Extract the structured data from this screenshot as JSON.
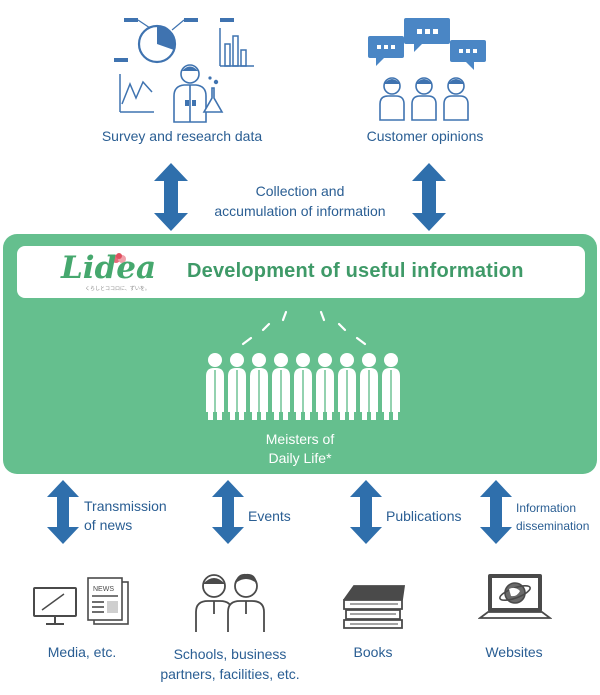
{
  "top": {
    "survey_label": "Survey and research data",
    "customer_label": "Customer opinions"
  },
  "flow_in": {
    "line1": "Collection and",
    "line2": "accumulation of information"
  },
  "center": {
    "logo_text": "Lidea",
    "logo_tagline": "くらしとココロに、ずいを。",
    "title": "Development of useful information",
    "meisters_line1": "Meisters of",
    "meisters_line2": "Daily Life*"
  },
  "flow_out": {
    "transmission_line1": "Transmission",
    "transmission_line2": "of news",
    "events": "Events",
    "publications": "Publications",
    "dissemination_line1": "Information",
    "dissemination_line2": "dissemination"
  },
  "bottom": {
    "media_label": "Media, etc.",
    "schools_line1": "Schools, business",
    "schools_line2": "partners, facilities, etc.",
    "books_label": "Books",
    "websites_label": "Websites",
    "news_tag": "NEWS"
  },
  "colors": {
    "blue_arrow": "#2f6fac",
    "green": "#65bf8e",
    "text_blue": "#2a5e93",
    "icon_blue": "#3f73b0"
  }
}
